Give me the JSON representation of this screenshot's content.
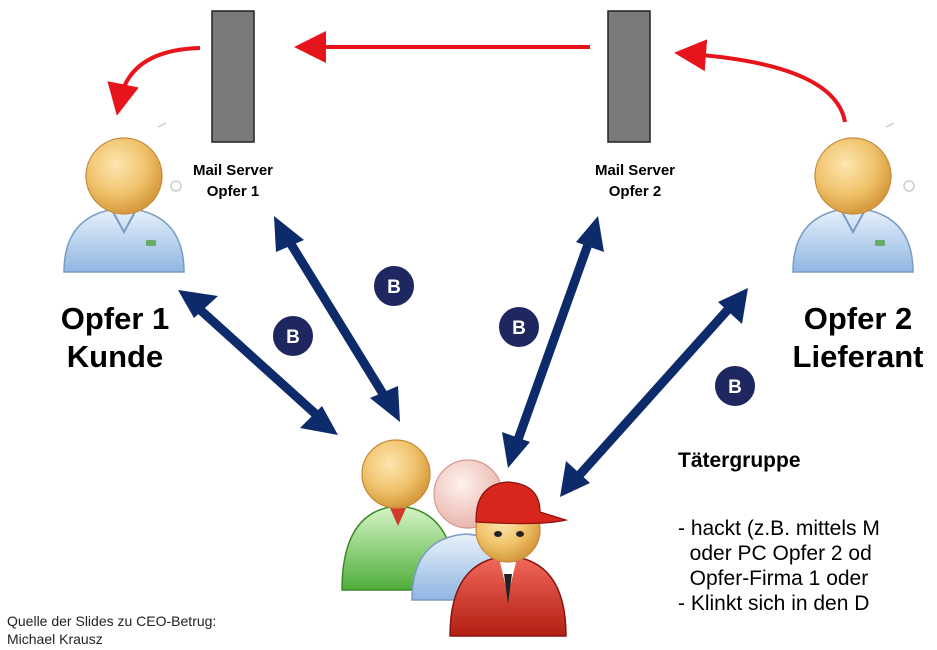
{
  "servers": {
    "server1": {
      "line1": "Mail Server",
      "line2": "Opfer 1"
    },
    "server2": {
      "line1": "Mail Server",
      "line2": "Opfer 2"
    }
  },
  "victims": {
    "victim1": {
      "line1": "Opfer 1",
      "line2": "Kunde"
    },
    "victim2": {
      "line1": "Opfer 2",
      "line2": "Lieferant"
    }
  },
  "badge_label": "B",
  "perpetrators": {
    "title": "Tätergruppe",
    "bullets": [
      "- hackt (z.B. mittels M",
      "  oder PC Opfer 2 od",
      "  Opfer-Firma 1 oder",
      "- Klinkt sich in den D"
    ]
  },
  "source": {
    "line1": "Quelle der Slides zu CEO-Betrug:",
    "line2": "Michael Krausz"
  },
  "colors": {
    "red_arrow": "#e8141c",
    "blue_arrow": "#0d2a6b",
    "server": "#7a7a7a",
    "badge": "#1f2760"
  }
}
